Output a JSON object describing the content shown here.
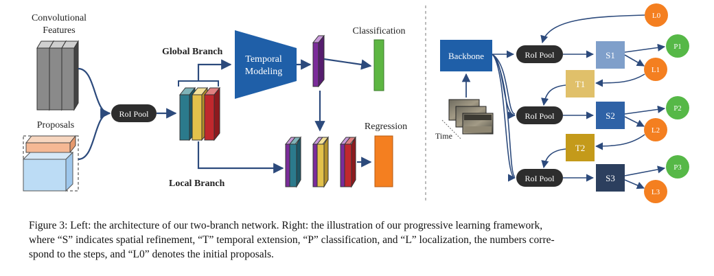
{
  "left": {
    "conv_features_line1": "Convolutional",
    "conv_features_line2": "Features",
    "proposals": "Proposals",
    "roi_pool": "RoI Pool",
    "global_branch": "Global Branch",
    "local_branch": "Local Branch",
    "temporal_line1": "Temporal",
    "temporal_line2": "Modeling",
    "classification": "Classification",
    "regression": "Regression"
  },
  "right": {
    "backbone": "Backbone",
    "time": "Time",
    "roi_pool_1": "RoI Pool",
    "roi_pool_2": "RoI Pool",
    "roi_pool_3": "RoI Pool",
    "s1": "S1",
    "s2": "S2",
    "s3": "S3",
    "t1": "T1",
    "t2": "T2",
    "l0": "L0",
    "p1": "P1",
    "l1": "L1",
    "p2": "P2",
    "l2": "L2",
    "p3": "P3",
    "l3": "L3"
  },
  "colors": {
    "arrow": "#2c4a7c",
    "backbone": "#1f5fa8",
    "s1": "#7f9fca",
    "s2": "#2f62a6",
    "s3": "#2c3f5e",
    "t1": "#e0c06a",
    "t2": "#c49a1a",
    "orange": "#f47f20",
    "green": "#56b847",
    "roi": "#2d2d2d"
  },
  "caption": {
    "line1": "Figure 3: Left: the architecture of our two-branch network. Right: the illustration of our progressive learning framework,",
    "line2": "where “S” indicates spatial refinement, “T” temporal extension, “P” classification, and “L” localization, the numbers corre-",
    "line3": "spond to the steps, and “L0” denotes the initial proposals."
  }
}
